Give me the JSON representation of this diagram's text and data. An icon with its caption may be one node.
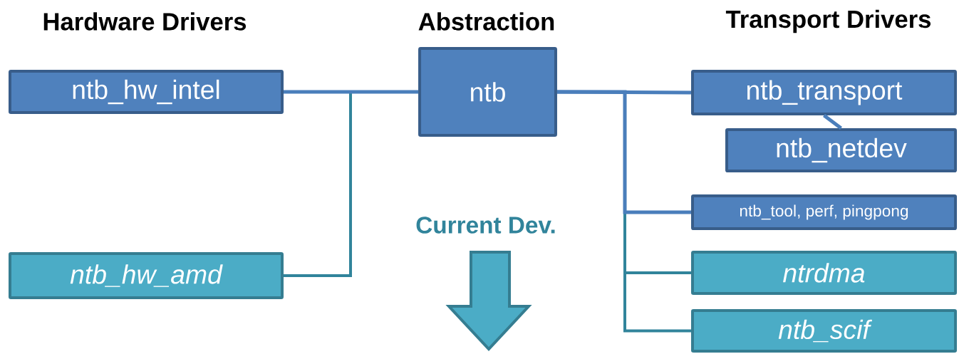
{
  "diagram": {
    "nodes": [
      {
        "text": [
          "ntb_hw_intel"
        ]
      },
      {
        "text": [
          "ntb_hw_amd"
        ]
      },
      {
        "text": [
          "ntb"
        ]
      },
      {
        "text": [
          "ntb_transport"
        ]
      },
      {
        "text": [
          "ntb_netdev"
        ]
      },
      {
        "text": [
          "ntb_tool, perf, pingpong"
        ]
      },
      {
        "text": [
          "ntrdma"
        ]
      },
      {
        "text": [
          "ntb_scif"
        ]
      }
    ],
    "edges": [
      {
        "from": 0,
        "to": 2,
        "arrow": "none"
      },
      {
        "from": 1,
        "to": 2,
        "arrow": "none",
        "color": "#31849b"
      },
      {
        "from": 2,
        "to": 3,
        "arrow": "none"
      },
      {
        "from": 3,
        "to": 4,
        "arrow": "none"
      },
      {
        "from": 2,
        "to": 5,
        "arrow": "none"
      },
      {
        "from": 2,
        "to": 6,
        "arrow": "none",
        "color": "#31849b"
      },
      {
        "from": 2,
        "to": 7,
        "arrow": "none",
        "color": "#31849b"
      }
    ],
    "labels": [
      "Hardware Drivers",
      "Abstraction",
      "Transport Drivers",
      "Current Dev."
    ]
  }
}
